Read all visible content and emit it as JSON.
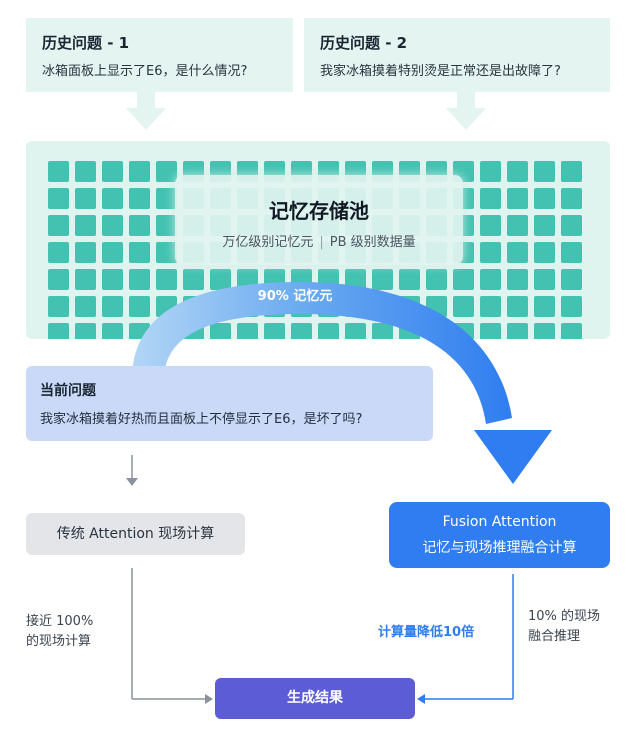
{
  "history": [
    {
      "title": "历史问题 - 1",
      "text": "冰箱面板上显示了E6，是什么情况?"
    },
    {
      "title": "历史问题 - 2",
      "text": "我家冰箱摸着特别烫是正常还是出故障了?"
    }
  ],
  "pool": {
    "title": "记忆存储池",
    "subtitle_left": "万亿级别记忆元",
    "subtitle_sep": "|",
    "subtitle_right": "PB 级别数据量"
  },
  "arc_label": "90% 记忆元",
  "current": {
    "title": "当前问题",
    "text": "我家冰箱摸着好热而且面板上不停显示了E6，是坏了吗?"
  },
  "traditional": {
    "label": "传统 Attention 现场计算"
  },
  "fusion": {
    "line1": "Fusion Attention",
    "line2": "记忆与现场推理融合计算"
  },
  "notes": {
    "left_line1": "接近 100%",
    "left_line2": "的现场计算",
    "right_line1": "10% 的现场",
    "right_line2": "融合推理",
    "reduction": "计算量降低10倍"
  },
  "result": {
    "label": "生成结果"
  },
  "colors": {
    "history_bg": "#e3f4f1",
    "pool_bg": "#dff4ef",
    "cell": "#43c2b1",
    "current_bg": "#c9d9f7",
    "fusion_bg": "#2f7df0",
    "result_bg": "#5b5cd6",
    "traditional_bg": "#e3e5e8"
  }
}
